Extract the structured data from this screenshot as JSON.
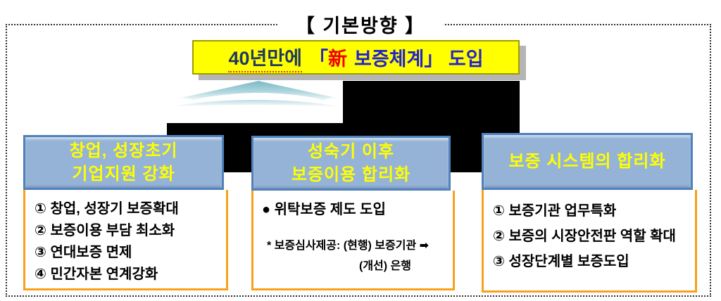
{
  "title": "【 기본방향 】",
  "banner": {
    "prefix": "40년만에",
    "bracket_open": "「",
    "new_char": "新",
    "suffix": "보증체계」 도입"
  },
  "colors": {
    "banner_fill": "#FFFF00",
    "banner_border": "#9C9C00",
    "banner_shadow": "#B5B5B5",
    "banner_text_navy": "#1F3864",
    "banner_text_blue": "#2323CC",
    "banner_text_red": "#EE0000",
    "header_fill": "#95B3D7",
    "header_border": "#4F81BD",
    "header_text": "#FFFF00",
    "body_border": "#F9A11B",
    "connector_black": "#000000",
    "arrow_teal": "#79B9C6"
  },
  "boxes": [
    {
      "header_line1": "창업, 성장초기",
      "header_line2": "기업지원 강화",
      "items": [
        "① 창업, 성장기 보증확대",
        "② 보증이용 부담 최소화",
        "③ 연대보증 면제",
        "④ 민간자본 연계강화"
      ]
    },
    {
      "header_line1": "성숙기 이후",
      "header_line2": "보증이용 합리화",
      "bullet": "● 위탁보증 제도 도입",
      "note_line1": "* 보증심사제공: (현행) 보증기관 ➡",
      "note_line2": "(개선) 은행"
    },
    {
      "header_line1": "보증 시스템의 합리화",
      "items": [
        "① 보증기관 업무특화",
        "② 보증의 시장안전판 역할 확대",
        "③ 성장단계별 보증도입"
      ]
    }
  ]
}
